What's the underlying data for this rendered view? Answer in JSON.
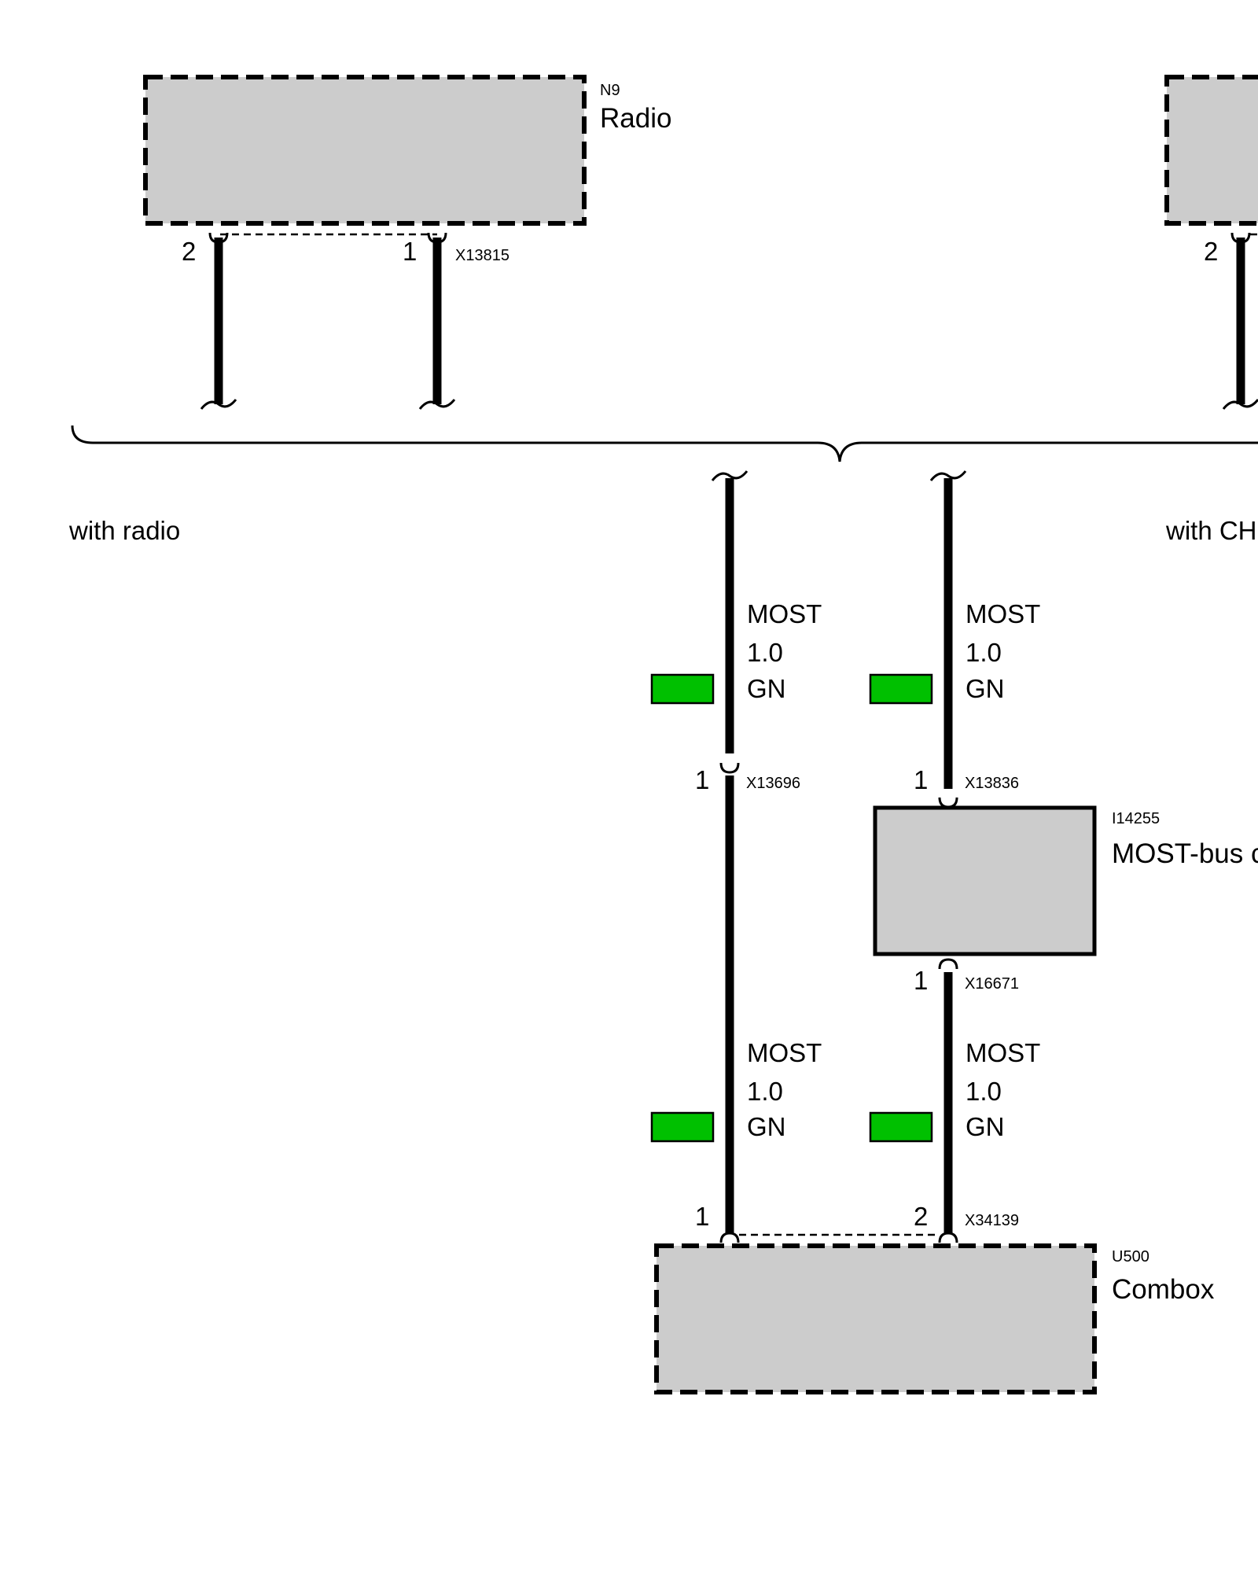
{
  "colors": {
    "component_fill": "#cccccc",
    "wire": "#000000",
    "wire_color_gn": "#00c000",
    "background": "#ffffff"
  },
  "components": {
    "radio": {
      "code": "N9",
      "name": "Radio",
      "connector": "X13815",
      "pin_left": "2",
      "pin_right": "1"
    },
    "right_unit": {
      "pin_left": "2"
    },
    "most_bus": {
      "code": "I14255",
      "name": "MOST-bus c",
      "connector_top": "X13836",
      "pin_top": "1",
      "connector_bottom": "X16671",
      "pin_bottom": "1"
    },
    "combox": {
      "code": "U500",
      "name": "Combox",
      "connector": "X34139",
      "pin_left": "1",
      "pin_right": "2"
    }
  },
  "connectors": {
    "x13696": {
      "code": "X13696",
      "pin": "1"
    }
  },
  "variants": {
    "left": "with radio",
    "right": "with CH"
  },
  "wires": [
    {
      "id": "wire-upper-left",
      "type": "MOST",
      "size": "1.0",
      "color": "GN"
    },
    {
      "id": "wire-upper-right",
      "type": "MOST",
      "size": "1.0",
      "color": "GN"
    },
    {
      "id": "wire-lower-left",
      "type": "MOST",
      "size": "1.0",
      "color": "GN"
    },
    {
      "id": "wire-lower-right",
      "type": "MOST",
      "size": "1.0",
      "color": "GN"
    }
  ]
}
